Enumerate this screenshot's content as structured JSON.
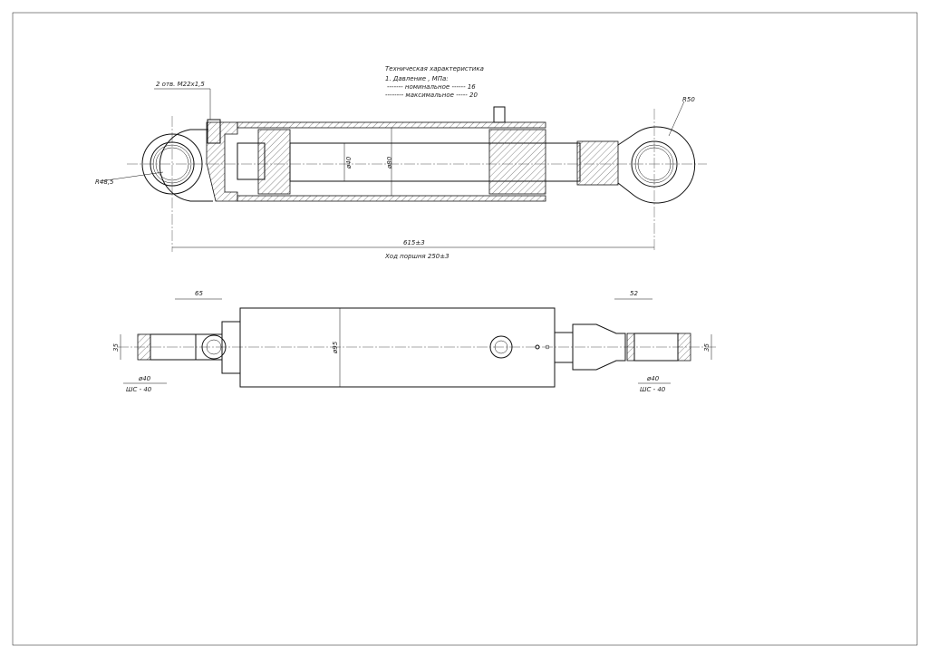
{
  "specs": {
    "title": "Техническая характеристика",
    "pressure_label": "1. Давление , МПа:",
    "nominal": "------- номинальное ------ 16",
    "maximum": "-------- максимальное ----- 20"
  },
  "top_view": {
    "ports_label": "2 отв. М22х1,5",
    "left_radius": "R48,5",
    "right_radius": "R50",
    "rod_diameter": "ø40",
    "bore_diameter": "ø80",
    "overall_length": "615±3",
    "stroke": "Ход поршня 250±3"
  },
  "side_view": {
    "left_offset": "65",
    "right_offset": "52",
    "left_width": "35",
    "right_width": "35",
    "body_diameter": "ø95",
    "left_bearing_diameter": "ø40",
    "left_bearing": "ШС - 40",
    "right_bearing_diameter": "ø40",
    "right_bearing": "ШС - 40"
  }
}
